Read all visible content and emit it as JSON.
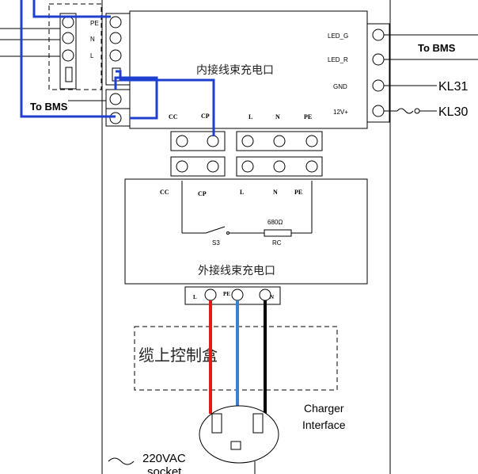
{
  "left_block": {
    "pins": [
      "PE",
      "N",
      "L"
    ],
    "to_bms": "To BMS"
  },
  "upper_module": {
    "title": "内接线束充电口",
    "left_pins": [
      "PE",
      "N",
      "L"
    ],
    "left_lower_pins": [
      "CC",
      "CP"
    ],
    "bottom_pins": [
      "CC",
      "CP",
      "L",
      "N",
      "PE"
    ],
    "right_pins": [
      "LED_G",
      "LED_R",
      "GND",
      "12V+"
    ]
  },
  "right_labels": {
    "to_bms": "To BMS",
    "kl31": "KL31",
    "kl30": "KL30"
  },
  "lower_module": {
    "title": "外接线束充电口",
    "top_pins": [
      "CC",
      "CP",
      "L",
      "N",
      "PE"
    ],
    "switch": "S3",
    "resistor_value": "680Ω",
    "resistor_name": "RC",
    "bottom_pins": [
      "L",
      "PE",
      "N"
    ]
  },
  "control_box": {
    "label": "缆上控制盒"
  },
  "charger": {
    "label_line1": "Charger",
    "label_line2": "Interface"
  },
  "socket": {
    "label_line1": "220VAC",
    "label_line2": "socket"
  }
}
